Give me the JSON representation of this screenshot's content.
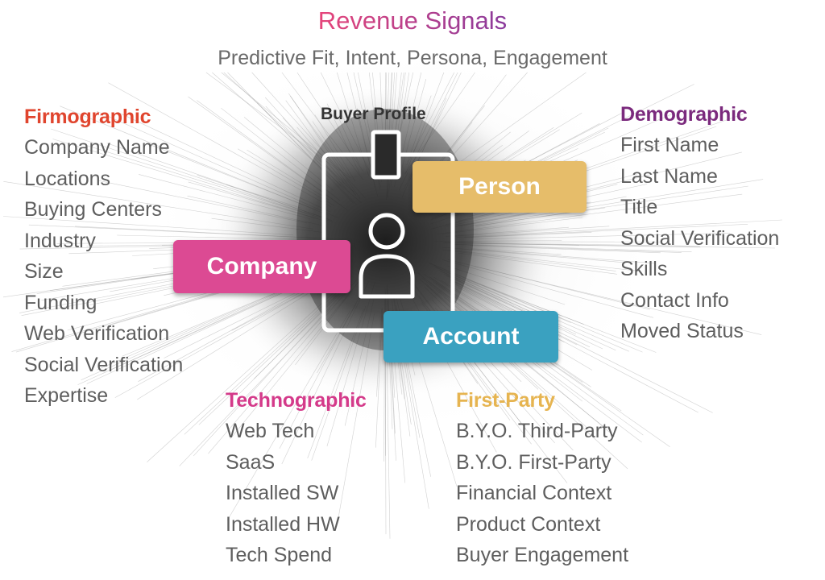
{
  "title": "Revenue Signals",
  "subtitle": "Predictive Fit, Intent, Persona, Engagement",
  "profile_label": "Buyer Profile",
  "badges": {
    "person": "Person",
    "company": "Company",
    "account": "Account"
  },
  "groups": {
    "firmographic": {
      "heading": "Firmographic",
      "items": [
        "Company Name",
        "Locations",
        "Buying Centers",
        "Industry",
        "Size",
        "Funding",
        "Web Verification",
        "Social Verification",
        "Expertise"
      ]
    },
    "demographic": {
      "heading": "Demographic",
      "items": [
        "First Name",
        "Last Name",
        "Title",
        "Social Verification",
        "Skills",
        "Contact Info",
        "Moved Status"
      ]
    },
    "technographic": {
      "heading": "Technographic",
      "items": [
        "Web Tech",
        "SaaS",
        "Installed SW",
        "Installed HW",
        "Tech Spend"
      ]
    },
    "first_party": {
      "heading": "First-Party",
      "items": [
        "B.Y.O. Third-Party",
        "B.Y.O. First-Party",
        "Financial Context",
        "Product Context",
        "Buyer Engagement"
      ]
    }
  },
  "colors": {
    "firmographic": "#e0452e",
    "demographic": "#7b2a7d",
    "technographic": "#d43a8a",
    "first_party": "#e6b450",
    "person": "#e6bd6a",
    "company": "#dc4a93",
    "account": "#3aa1c0",
    "title_start": "#e6457a",
    "title_end": "#8a3a9c"
  }
}
